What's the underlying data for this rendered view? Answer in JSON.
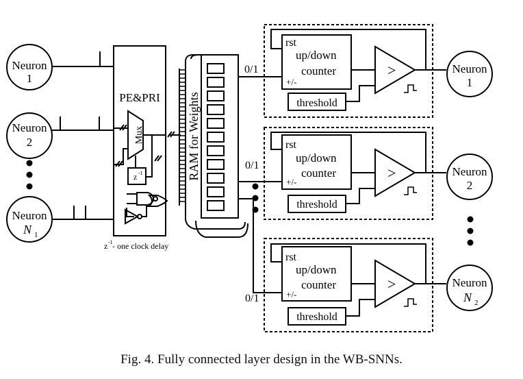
{
  "input_neurons": [
    {
      "label": "Neuron",
      "index": "1",
      "sub": ""
    },
    {
      "label": "Neuron",
      "index": "2",
      "sub": ""
    },
    {
      "label": "Neuron",
      "index": "N",
      "sub": "1"
    }
  ],
  "output_neurons": [
    {
      "label": "Neuron",
      "index": "1",
      "sub": ""
    },
    {
      "label": "Neuron",
      "index": "2",
      "sub": ""
    },
    {
      "label": "Neuron",
      "index": "N",
      "sub": "2"
    }
  ],
  "pe_block": {
    "label": "PE&PRI",
    "mux_label": "Mux",
    "delay_label": "z",
    "delay_sup": "-1"
  },
  "delay_note": {
    "prefix": "z",
    "sup": "-1",
    "text": " - one clock delay"
  },
  "ram_label": "RAM for Weights",
  "counter": {
    "rst": "rst",
    "updown": "up/down",
    "counter": "counter",
    "plusminus": "+/-"
  },
  "comparator_symbol": ">",
  "threshold_label": "threshold",
  "select_label": "0/1",
  "caption": "Fig. 4.  Fully connected layer design in the WB-SNNs."
}
